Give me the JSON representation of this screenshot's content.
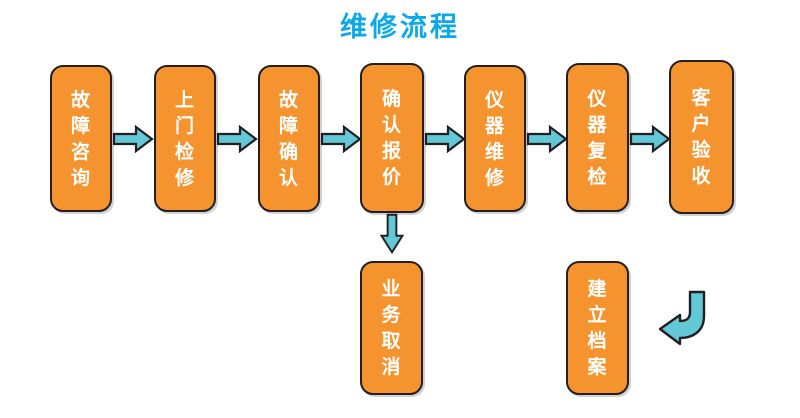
{
  "title": "维修流程",
  "colors": {
    "title": "#0CA9E8",
    "node_fill": "#F5942E",
    "node_stroke": "#231F20",
    "arrow_fill": "#62C8D6",
    "arrow_stroke": "#231F20",
    "background": "#FFFFFF"
  },
  "flow": {
    "main_steps": [
      {
        "id": "step-1",
        "label": "故障咨询"
      },
      {
        "id": "step-2",
        "label": "上门检修"
      },
      {
        "id": "step-3",
        "label": "故障确认"
      },
      {
        "id": "step-4",
        "label": "确认报价"
      },
      {
        "id": "step-5",
        "label": "仪器维修"
      },
      {
        "id": "step-6",
        "label": "仪器复检"
      },
      {
        "id": "step-7",
        "label": "客户验收"
      }
    ],
    "branch_steps": [
      {
        "id": "branch-cancel",
        "label": "业务取消"
      },
      {
        "id": "branch-archive",
        "label": "建立档案"
      }
    ],
    "connectors": [
      {
        "id": "arrow-1-2",
        "kind": "arrow-right-icon"
      },
      {
        "id": "arrow-2-3",
        "kind": "arrow-right-icon"
      },
      {
        "id": "arrow-3-4",
        "kind": "arrow-right-icon"
      },
      {
        "id": "arrow-4-5",
        "kind": "arrow-right-icon"
      },
      {
        "id": "arrow-5-6",
        "kind": "arrow-right-icon"
      },
      {
        "id": "arrow-6-7",
        "kind": "arrow-right-icon"
      },
      {
        "id": "arrow-4-cancel",
        "kind": "arrow-down-icon"
      },
      {
        "id": "arrow-7-archive",
        "kind": "arrow-curve-left-icon"
      }
    ]
  }
}
